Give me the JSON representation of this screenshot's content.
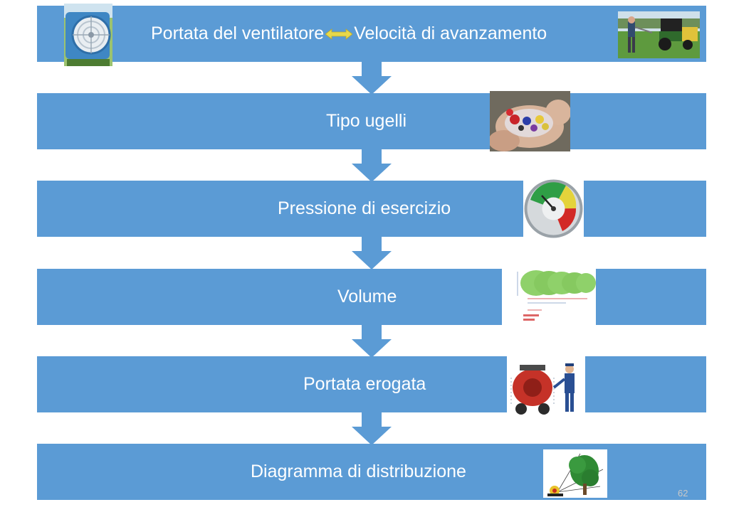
{
  "steps": [
    {
      "left": "Portata del ventilatore",
      "right": "Velocità di avanzamento"
    },
    {
      "label": "Tipo ugelli"
    },
    {
      "label": "Pressione di esercizio"
    },
    {
      "label": "Volume"
    },
    {
      "label": "Portata erogata"
    },
    {
      "label": "Diagramma di distribuzione"
    }
  ],
  "images": {
    "fan": "axial-fan-photo",
    "tractor": "tractor-field-photo",
    "nozzles": "nozzles-in-hand-photo",
    "gauge": "pressure-gauge-photo",
    "canopy": "tree-canopy-volume-diagram",
    "sprayer": "operator-with-sprayer-illustration",
    "distribution": "tree-distribution-diagram"
  },
  "colors": {
    "band": "#5b9bd5",
    "text": "#ffffff",
    "double_arrow": "#e8d84a"
  },
  "slide_number": "62"
}
